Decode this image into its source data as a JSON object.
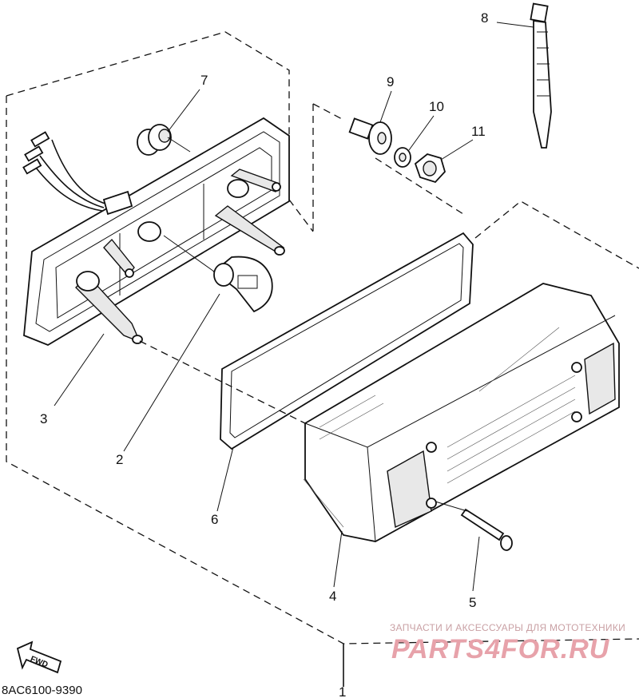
{
  "callouts": {
    "c1": "1",
    "c2": "2",
    "c3": "3",
    "c4": "4",
    "c5": "5",
    "c6": "6",
    "c7": "7",
    "c8": "8",
    "c9": "9",
    "c10": "10",
    "c11": "11"
  },
  "fwd_label": "FWD",
  "diagram_code": "8AC6100-9390",
  "watermark": {
    "tagline": "ЗАПЧАСТИ И АКСЕССУАРЫ ДЛЯ МОТОТЕХНИКИ",
    "logo": "PARTS4FOR.RU"
  }
}
